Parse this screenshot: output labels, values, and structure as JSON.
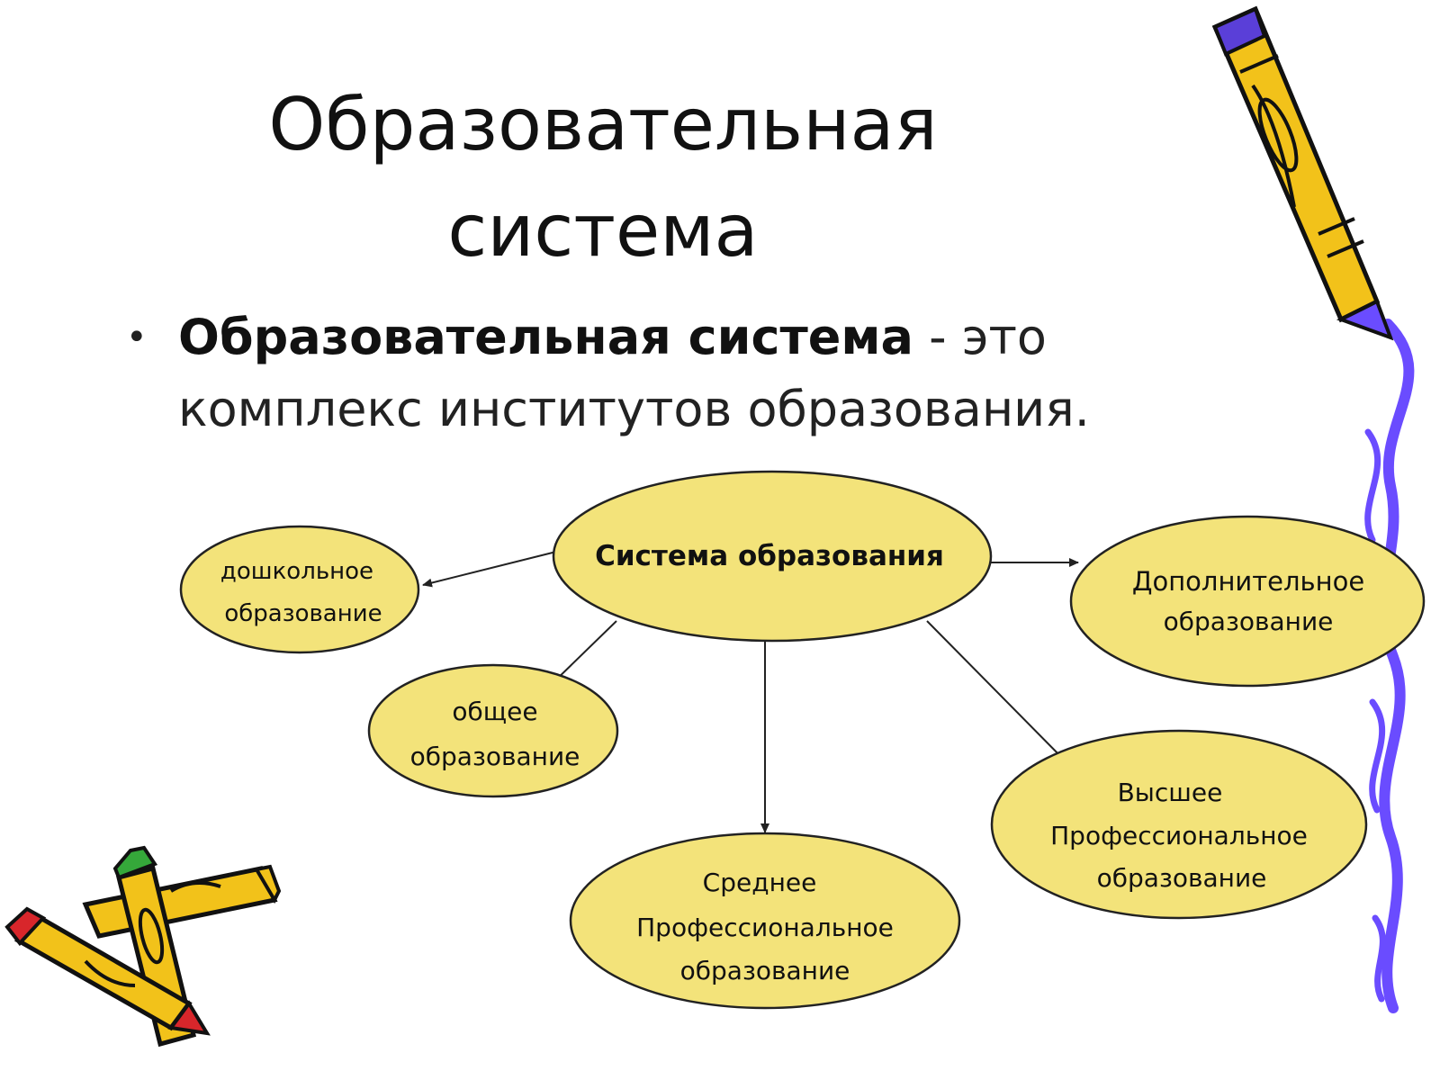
{
  "title_line1": "Образовательная",
  "title_line2": "система",
  "bullet": {
    "term": "Образовательная система",
    "separator": " - это",
    "continuation": "комплекс институтов образования."
  },
  "diagram": {
    "center": "Система образования",
    "preschool_1": "дошкольное",
    "preschool_2": "образование",
    "additional_1": "Дополнительное",
    "additional_2": "образование",
    "general_1": "общее",
    "general_2": "образование",
    "secondary_1": "Среднее",
    "secondary_2": "Профессиональное",
    "secondary_3": "образование",
    "higher_1": "Высшее",
    "higher_2": "Профессиональное",
    "higher_3": "образование"
  },
  "colors": {
    "node_fill": "#f3e37a",
    "node_stroke": "#222222",
    "accent_purple": "#6a4cff",
    "crayon_yellow": "#f2c21a"
  }
}
